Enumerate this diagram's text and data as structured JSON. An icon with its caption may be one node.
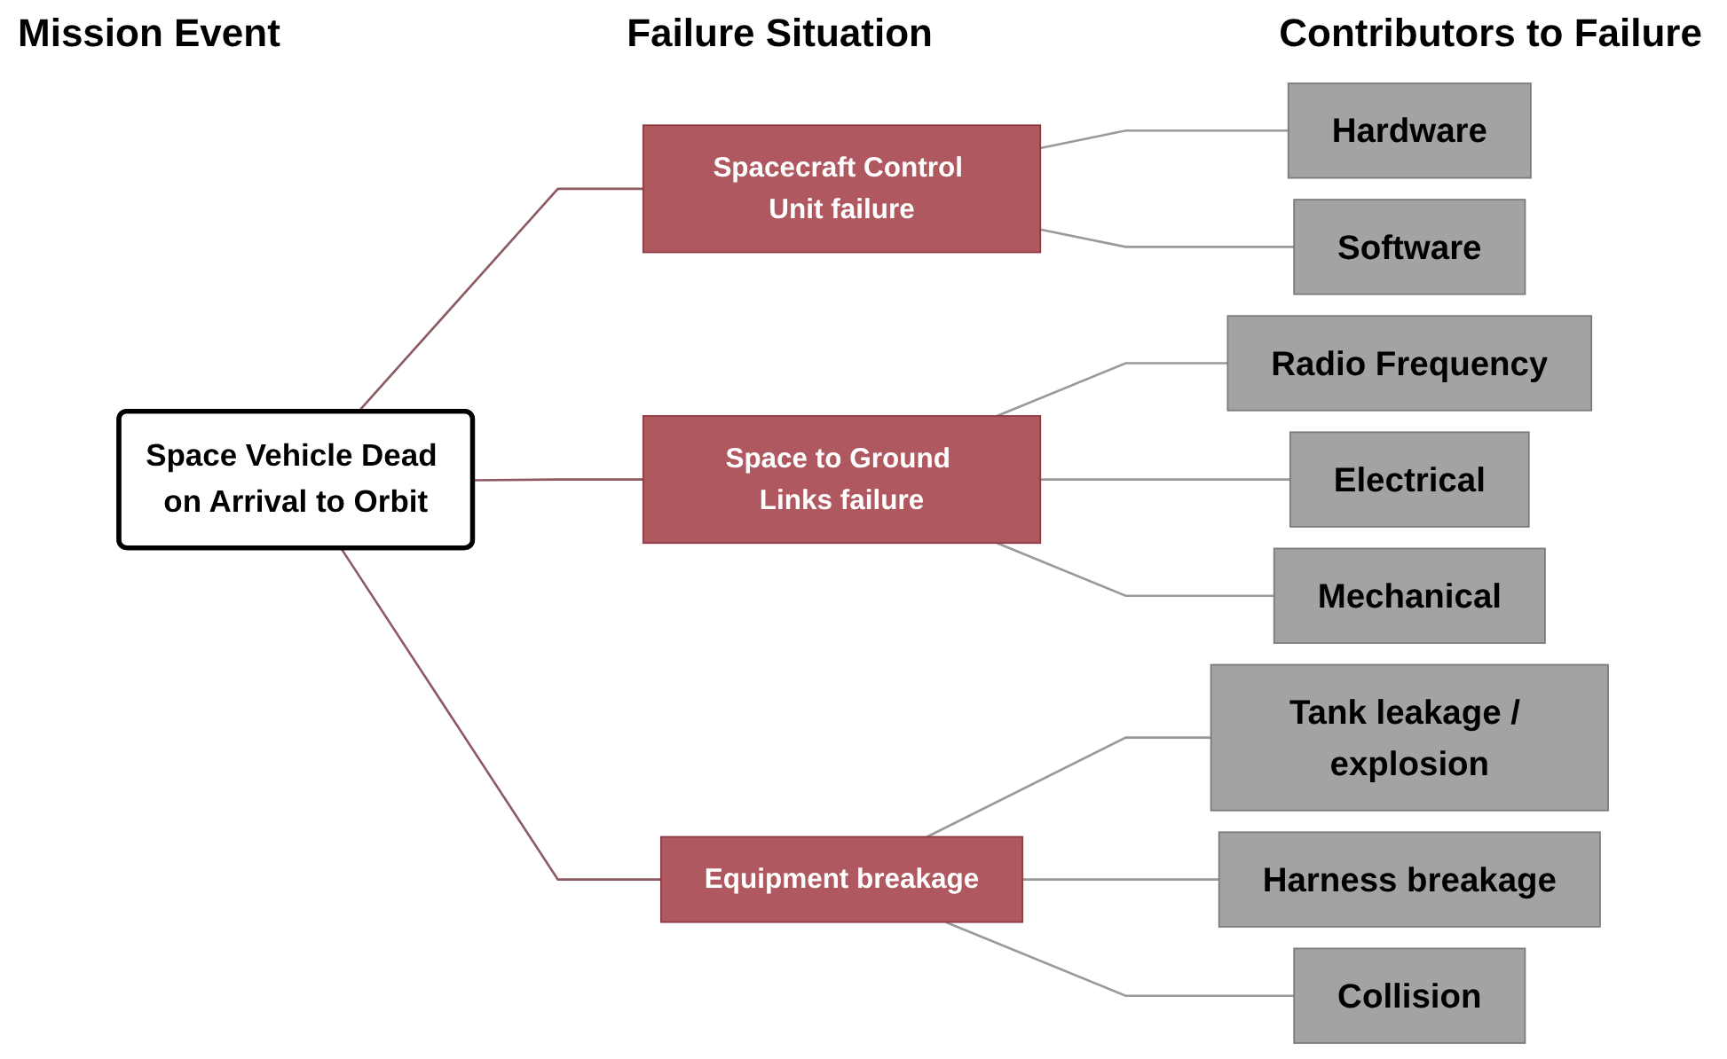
{
  "diagram": {
    "nodes": [
      {
        "text": [
          "Space Vehicle Dead on Arrival to Orbit"
        ]
      },
      {
        "text": [
          "Spacecraft Control Unit failure"
        ]
      },
      {
        "text": [
          "Space to Ground Links failure"
        ]
      },
      {
        "text": [
          "Equipment breakage"
        ]
      },
      {
        "text": [
          "Hardware"
        ]
      },
      {
        "text": [
          "Software"
        ]
      },
      {
        "text": [
          "Radio Frequency"
        ]
      },
      {
        "text": [
          "Electrical"
        ]
      },
      {
        "text": [
          "Mechanical"
        ]
      },
      {
        "text": [
          "Tank leakage / explosion"
        ]
      },
      {
        "text": [
          "Harness breakage"
        ]
      },
      {
        "text": [
          "Collision"
        ]
      }
    ],
    "edges": [
      {
        "from": 0,
        "to": 1,
        "arrow": "none",
        "color": "#8c5a60"
      },
      {
        "from": 0,
        "to": 2,
        "arrow": "none",
        "color": "#8c5a60"
      },
      {
        "from": 0,
        "to": 3,
        "arrow": "none",
        "color": "#8c5a60"
      },
      {
        "from": 1,
        "to": 4,
        "arrow": "none"
      },
      {
        "from": 1,
        "to": 5,
        "arrow": "none"
      },
      {
        "from": 2,
        "to": 6,
        "arrow": "none"
      },
      {
        "from": 2,
        "to": 7,
        "arrow": "none"
      },
      {
        "from": 2,
        "to": 8,
        "arrow": "none"
      },
      {
        "from": 3,
        "to": 9,
        "arrow": "none"
      },
      {
        "from": 3,
        "to": 10,
        "arrow": "none"
      },
      {
        "from": 3,
        "to": 11,
        "arrow": "none"
      }
    ],
    "labels": [
      "Mission Event",
      "Failure Situation",
      "Contributors to Failure"
    ]
  }
}
